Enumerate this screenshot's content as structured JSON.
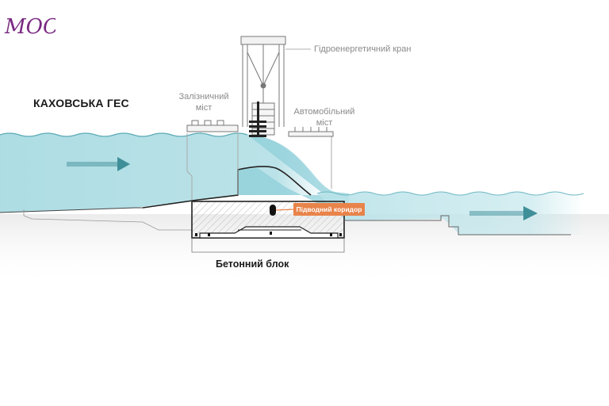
{
  "logo": {
    "text": "МОСТ",
    "color": "#7a2a82"
  },
  "title": "КАХОВСЬКА ГЕС",
  "labels": {
    "crane": "Гідроенергетичний кран",
    "rail_bridge_line1": "Залізничний",
    "rail_bridge_line2": "міст",
    "road_bridge_line1": "Автомобільний",
    "road_bridge_line2": "міст",
    "corridor": "Підводний коридор",
    "block": "Бетонний блок"
  },
  "colors": {
    "water": "#a9dbe2",
    "water_dark": "#7fc6d2",
    "arrow": "#3f8f99",
    "concrete_line": "#222222",
    "accent": "#e8834a"
  },
  "icons": {
    "flow_in": "arrow-right-icon",
    "flow_out": "arrow-right-icon"
  }
}
